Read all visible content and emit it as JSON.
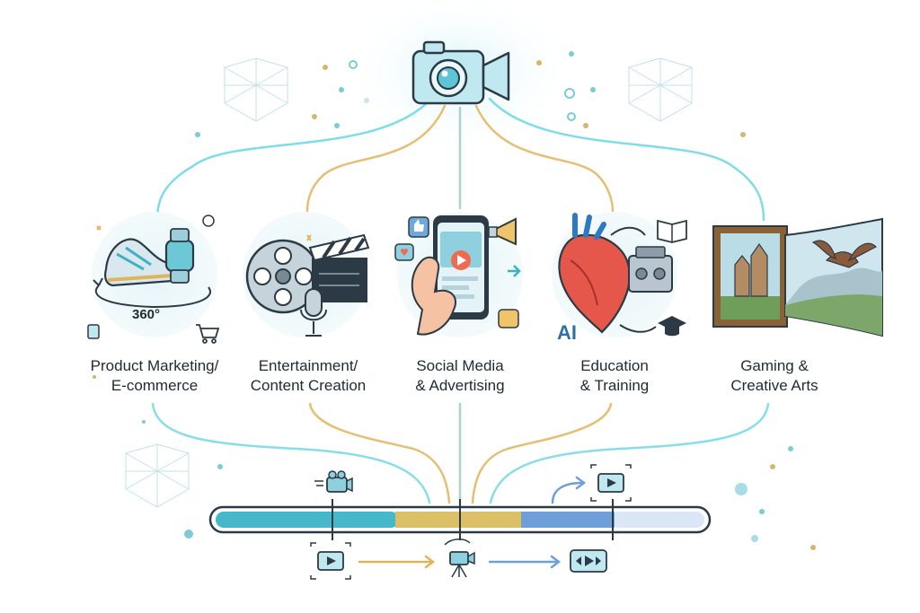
{
  "diagram": {
    "hub": {
      "icon": "video-camera-icon"
    },
    "categories": [
      {
        "id": "product",
        "line1": "Product Marketing/",
        "line2": "E-commerce",
        "badge": "360°",
        "icons": [
          "sneaker-icon",
          "smartwatch-icon",
          "cart-icon"
        ],
        "color": "#5fd3e3"
      },
      {
        "id": "entertainment",
        "line1": "Entertainment/",
        "line2": "Content Creation",
        "icons": [
          "film-reel-icon",
          "clapperboard-icon",
          "microphone-icon"
        ],
        "color": "#e0b45a"
      },
      {
        "id": "social",
        "line1": "Social Media",
        "line2": "& Advertising",
        "icons": [
          "smartphone-icon",
          "like-icon",
          "megaphone-icon"
        ],
        "color": "#9fc9c2"
      },
      {
        "id": "education",
        "line1": "Education",
        "line2": "& Training",
        "badge": "AI",
        "icons": [
          "heart-anatomy-icon",
          "engine-icon",
          "graduation-cap-icon",
          "book-icon"
        ],
        "color": "#e0b45a"
      },
      {
        "id": "gaming",
        "line1": "Gaming &",
        "line2": "Creative Arts",
        "icons": [
          "castle-painting-icon",
          "dragon-icon"
        ],
        "color": "#5fd3e3"
      }
    ],
    "timeline": {
      "segments": [
        {
          "color": "#45b8c9"
        },
        {
          "color": "#dcc067"
        },
        {
          "color": "#6e9fd9"
        },
        {
          "color": "#dbe7f6"
        }
      ],
      "icons": [
        "video-camera-small-icon",
        "play-frame-icon",
        "tripod-camera-icon",
        "play-frame-icon",
        "play-controls-icon"
      ]
    }
  }
}
